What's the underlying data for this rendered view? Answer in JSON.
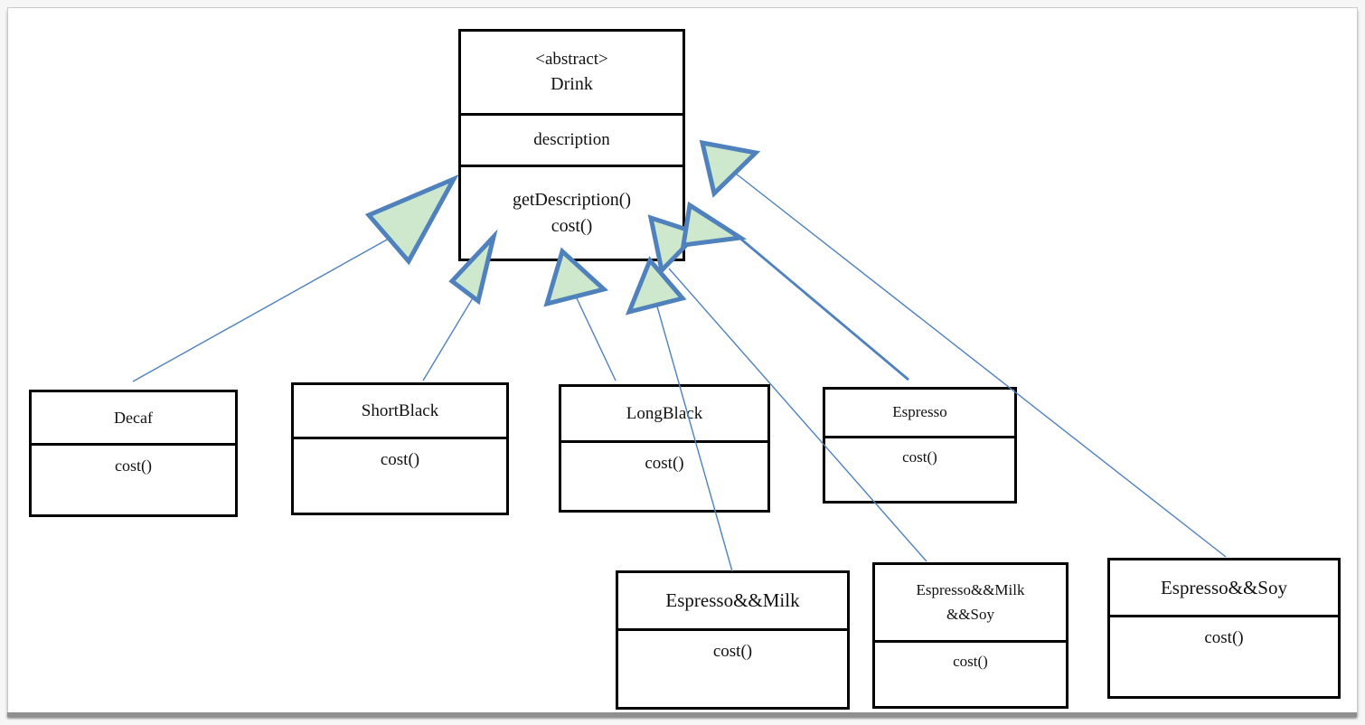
{
  "colors": {
    "connector_blue": "#4f81bd",
    "arrowhead_fill_green": "#cde8cc",
    "box_border": "#000000",
    "page_background": "#ffffff"
  },
  "diagram": {
    "classes": {
      "drink": {
        "stereotype": "<abstract>",
        "name": "Drink",
        "attribute": "description",
        "method1": "getDescription()",
        "method2": "cost()"
      },
      "decaf": {
        "name": "Decaf",
        "method": "cost()"
      },
      "shortblack": {
        "name": "ShortBlack",
        "method": "cost()"
      },
      "longblack": {
        "name": "LongBlack",
        "method": "cost()"
      },
      "espresso": {
        "name": "Espresso",
        "method": "cost()"
      },
      "espresso_milk": {
        "name": "Espresso&&Milk",
        "method": "cost()"
      },
      "espresso_milk_soy": {
        "name_line1": "Espresso&&Milk",
        "name_line2": "&&Soy",
        "method": "cost()"
      },
      "espresso_soy": {
        "name": "Espresso&&Soy",
        "method": "cost()"
      }
    },
    "relationships": [
      {
        "child": "Decaf",
        "parent": "Drink",
        "type": "inheritance"
      },
      {
        "child": "ShortBlack",
        "parent": "Drink",
        "type": "inheritance"
      },
      {
        "child": "LongBlack",
        "parent": "Drink",
        "type": "inheritance"
      },
      {
        "child": "Espresso",
        "parent": "Drink",
        "type": "inheritance"
      },
      {
        "child": "Espresso&&Milk",
        "parent": "Drink",
        "type": "inheritance"
      },
      {
        "child": "Espresso&&Milk&&Soy",
        "parent": "Drink",
        "type": "inheritance"
      },
      {
        "child": "Espresso&&Soy",
        "parent": "Drink",
        "type": "inheritance"
      }
    ]
  }
}
